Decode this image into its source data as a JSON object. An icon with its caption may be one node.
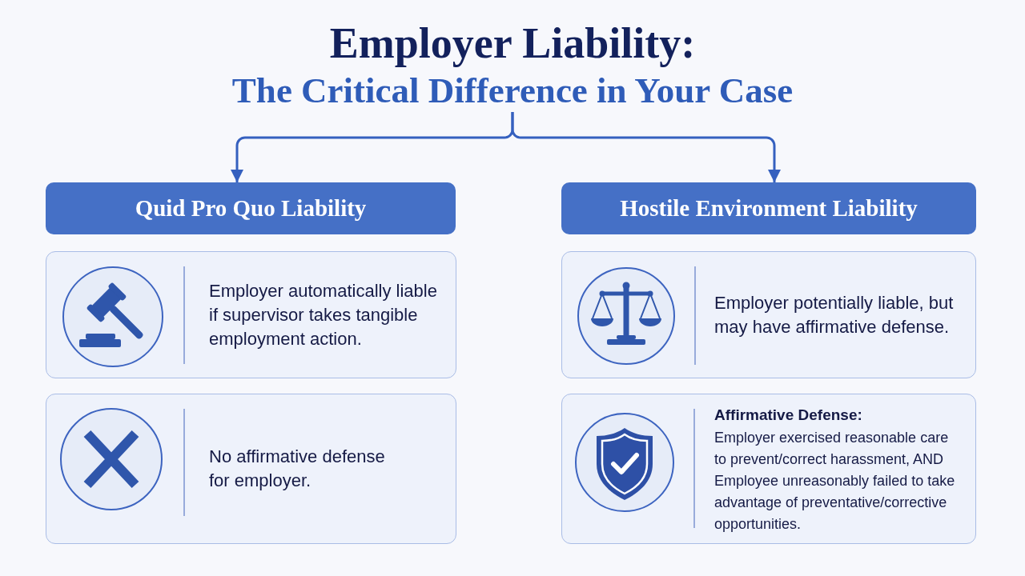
{
  "diagram": {
    "title": "Employer Liability:",
    "nodes": [
      {
        "text": [
          "The Critical Difference in Your Case"
        ]
      },
      {
        "text": [
          "Quid Pro Quo Liability"
        ]
      },
      {
        "text": [
          "Employer automatically liable if supervisor takes tangible employment action."
        ]
      },
      {
        "text": [
          "No affirmative defense for employer."
        ]
      },
      {
        "text": [
          "Hostile Environment Liability"
        ]
      },
      {
        "text": [
          "Employer potentially liable, but may have affirmative defense."
        ]
      },
      {
        "text": [
          "Affirmative Defense:",
          "Employer exercised reasonable care to prevent/correct harassment, AND Employee unreasonably failed to take advantage of preventative/corrective opportunities."
        ]
      }
    ],
    "edges": [
      {
        "from": 0,
        "to": 1,
        "arrow": "to"
      },
      {
        "from": 0,
        "to": 4,
        "arrow": "to"
      }
    ]
  }
}
